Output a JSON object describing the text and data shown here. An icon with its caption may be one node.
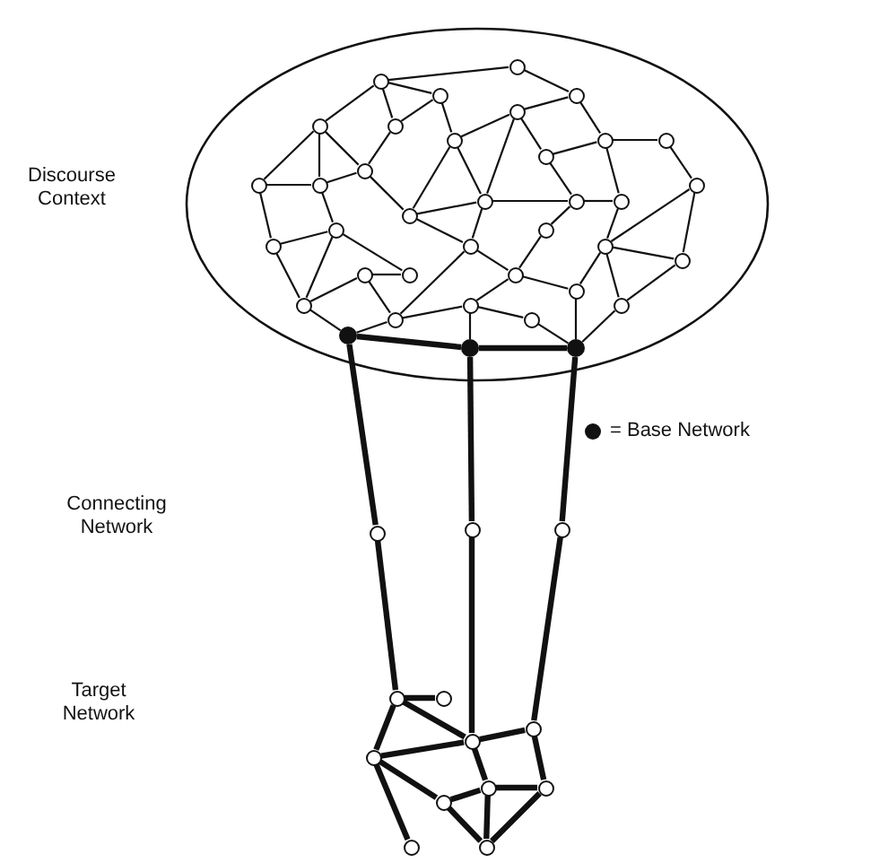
{
  "diagram": {
    "nodes": [
      {
        "text": [
          "Discourse Context"
        ]
      },
      {
        "text": [],
        "shape": "circle",
        "in": 0
      },
      {
        "text": [],
        "shape": "circle",
        "in": 0
      },
      {
        "text": [],
        "shape": "circle",
        "in": 0
      },
      {
        "text": [],
        "shape": "circle",
        "in": 0
      },
      {
        "text": [],
        "shape": "circle",
        "in": 0
      },
      {
        "text": [],
        "shape": "circle",
        "in": 0
      },
      {
        "text": [],
        "shape": "circle",
        "in": 0
      },
      {
        "text": [],
        "shape": "circle",
        "in": 0
      },
      {
        "text": [],
        "shape": "circle",
        "in": 0
      },
      {
        "text": [],
        "shape": "circle",
        "in": 0
      },
      {
        "text": [],
        "shape": "circle",
        "in": 0
      },
      {
        "text": [],
        "shape": "circle",
        "in": 0
      },
      {
        "text": [],
        "shape": "circle",
        "in": 0
      },
      {
        "text": [],
        "shape": "circle",
        "in": 0
      },
      {
        "text": [],
        "shape": "circle",
        "in": 0
      },
      {
        "text": [],
        "shape": "circle",
        "in": 0
      },
      {
        "text": [],
        "shape": "circle",
        "in": 0
      },
      {
        "text": [],
        "shape": "circle",
        "in": 0
      },
      {
        "text": [],
        "shape": "circle",
        "in": 0
      },
      {
        "text": [],
        "shape": "circle",
        "in": 0
      },
      {
        "text": [],
        "shape": "circle",
        "in": 0
      },
      {
        "text": [],
        "shape": "circle",
        "in": 0
      },
      {
        "text": [],
        "shape": "circle",
        "in": 0
      },
      {
        "text": [],
        "shape": "circle",
        "in": 0
      },
      {
        "text": [],
        "shape": "circle",
        "in": 0
      },
      {
        "text": [],
        "shape": "circle",
        "in": 0
      },
      {
        "text": [],
        "shape": "circle",
        "in": 0
      },
      {
        "text": [],
        "shape": "circle",
        "in": 0
      },
      {
        "text": [],
        "shape": "circle",
        "in": 0
      },
      {
        "text": [],
        "shape": "circle",
        "in": 0
      },
      {
        "text": [],
        "shape": "circle",
        "in": 0
      },
      {
        "text": [],
        "shape": "circle",
        "in": 0
      },
      {
        "text": [],
        "shape": "circle",
        "in": 0
      },
      {
        "text": [],
        "shape": "circle",
        "in": 0
      },
      {
        "text": [],
        "shape": "dot",
        "in": 0
      },
      {
        "text": [],
        "shape": "dot",
        "in": 0
      },
      {
        "text": [],
        "shape": "dot",
        "in": 0
      },
      {
        "text": [],
        "shape": "circle"
      },
      {
        "text": [],
        "shape": "circle"
      },
      {
        "text": [],
        "shape": "circle"
      },
      {
        "text": [],
        "shape": "circle"
      },
      {
        "text": [],
        "shape": "circle"
      },
      {
        "text": [],
        "shape": "circle"
      },
      {
        "text": [],
        "shape": "circle"
      },
      {
        "text": [],
        "shape": "circle"
      },
      {
        "text": [],
        "shape": "circle"
      },
      {
        "text": [],
        "shape": "circle"
      },
      {
        "text": [],
        "shape": "circle"
      },
      {
        "text": [],
        "shape": "circle"
      },
      {
        "text": [],
        "shape": "circle"
      }
    ],
    "edges": [
      {
        "from": 1,
        "to": 2,
        "arrow": "none"
      },
      {
        "from": 1,
        "to": 3,
        "arrow": "none"
      },
      {
        "from": 1,
        "to": 6,
        "arrow": "none"
      },
      {
        "from": 1,
        "to": 5,
        "arrow": "none"
      },
      {
        "from": 2,
        "to": 4,
        "arrow": "none"
      },
      {
        "from": 3,
        "to": 6,
        "arrow": "none"
      },
      {
        "from": 3,
        "to": 8,
        "arrow": "none"
      },
      {
        "from": 4,
        "to": 7,
        "arrow": "none"
      },
      {
        "from": 4,
        "to": 9,
        "arrow": "none"
      },
      {
        "from": 7,
        "to": 8,
        "arrow": "none"
      },
      {
        "from": 7,
        "to": 11,
        "arrow": "none"
      },
      {
        "from": 7,
        "to": 16,
        "arrow": "none"
      },
      {
        "from": 8,
        "to": 16,
        "arrow": "none"
      },
      {
        "from": 8,
        "to": 19,
        "arrow": "none"
      },
      {
        "from": 9,
        "to": 10,
        "arrow": "none"
      },
      {
        "from": 9,
        "to": 11,
        "arrow": "none"
      },
      {
        "from": 9,
        "to": 18,
        "arrow": "none"
      },
      {
        "from": 10,
        "to": 15,
        "arrow": "none"
      },
      {
        "from": 11,
        "to": 17,
        "arrow": "none"
      },
      {
        "from": 5,
        "to": 13,
        "arrow": "none"
      },
      {
        "from": 5,
        "to": 14,
        "arrow": "none"
      },
      {
        "from": 5,
        "to": 12,
        "arrow": "none"
      },
      {
        "from": 12,
        "to": 19,
        "arrow": "none"
      },
      {
        "from": 6,
        "to": 12,
        "arrow": "none"
      },
      {
        "from": 12,
        "to": 14,
        "arrow": "none"
      },
      {
        "from": 13,
        "to": 14,
        "arrow": "none"
      },
      {
        "from": 13,
        "to": 22,
        "arrow": "none"
      },
      {
        "from": 14,
        "to": 20,
        "arrow": "none"
      },
      {
        "from": 16,
        "to": 17,
        "arrow": "none"
      },
      {
        "from": 16,
        "to": 19,
        "arrow": "none"
      },
      {
        "from": 16,
        "to": 23,
        "arrow": "none"
      },
      {
        "from": 17,
        "to": 18,
        "arrow": "none"
      },
      {
        "from": 17,
        "to": 21,
        "arrow": "none"
      },
      {
        "from": 15,
        "to": 24,
        "arrow": "none"
      },
      {
        "from": 15,
        "to": 25,
        "arrow": "none"
      },
      {
        "from": 18,
        "to": 24,
        "arrow": "none"
      },
      {
        "from": 19,
        "to": 23,
        "arrow": "none"
      },
      {
        "from": 20,
        "to": 27,
        "arrow": "none"
      },
      {
        "from": 20,
        "to": 22,
        "arrow": "none"
      },
      {
        "from": 20,
        "to": 30,
        "arrow": "none"
      },
      {
        "from": 22,
        "to": 30,
        "arrow": "none"
      },
      {
        "from": 23,
        "to": 28,
        "arrow": "none"
      },
      {
        "from": 21,
        "to": 28,
        "arrow": "none"
      },
      {
        "from": 23,
        "to": 33,
        "arrow": "none"
      },
      {
        "from": 24,
        "to": 25,
        "arrow": "none"
      },
      {
        "from": 24,
        "to": 29,
        "arrow": "none"
      },
      {
        "from": 24,
        "to": 32,
        "arrow": "none"
      },
      {
        "from": 25,
        "to": 32,
        "arrow": "none"
      },
      {
        "from": 26,
        "to": 27,
        "arrow": "none"
      },
      {
        "from": 26,
        "to": 30,
        "arrow": "none"
      },
      {
        "from": 26,
        "to": 33,
        "arrow": "none"
      },
      {
        "from": 28,
        "to": 29,
        "arrow": "none"
      },
      {
        "from": 28,
        "to": 31,
        "arrow": "none"
      },
      {
        "from": 30,
        "to": 35,
        "arrow": "none"
      },
      {
        "from": 31,
        "to": 33,
        "arrow": "none"
      },
      {
        "from": 31,
        "to": 34,
        "arrow": "none"
      },
      {
        "from": 34,
        "to": 37,
        "arrow": "none"
      },
      {
        "from": 31,
        "to": 36,
        "arrow": "none"
      },
      {
        "from": 29,
        "to": 37,
        "arrow": "none"
      },
      {
        "from": 32,
        "to": 37,
        "arrow": "none"
      },
      {
        "from": 35,
        "to": 33,
        "arrow": "none"
      },
      {
        "from": 35,
        "to": 36,
        "arrow": "none",
        "style": "thick"
      },
      {
        "from": 36,
        "to": 37,
        "arrow": "none",
        "style": "thick"
      },
      {
        "from": 35,
        "to": 38,
        "arrow": "none",
        "style": "thick"
      },
      {
        "from": 36,
        "to": 39,
        "arrow": "none",
        "style": "thick"
      },
      {
        "from": 37,
        "to": 40,
        "arrow": "none",
        "style": "thick"
      },
      {
        "from": 38,
        "to": 41,
        "arrow": "none",
        "style": "thick"
      },
      {
        "from": 39,
        "to": 44,
        "arrow": "none",
        "style": "thick"
      },
      {
        "from": 40,
        "to": 43,
        "arrow": "none",
        "style": "thick"
      },
      {
        "from": 41,
        "to": 42,
        "arrow": "none",
        "style": "thick"
      },
      {
        "from": 41,
        "to": 44,
        "arrow": "none",
        "style": "thick"
      },
      {
        "from": 41,
        "to": 45,
        "arrow": "none",
        "style": "thick"
      },
      {
        "from": 44,
        "to": 43,
        "arrow": "none",
        "style": "thick"
      },
      {
        "from": 44,
        "to": 45,
        "arrow": "none",
        "style": "thick"
      },
      {
        "from": 44,
        "to": 46,
        "arrow": "none",
        "style": "thick"
      },
      {
        "from": 43,
        "to": 47,
        "arrow": "none",
        "style": "thick"
      },
      {
        "from": 45,
        "to": 48,
        "arrow": "none",
        "style": "thick"
      },
      {
        "from": 45,
        "to": 49,
        "arrow": "none",
        "style": "thick"
      },
      {
        "from": 48,
        "to": 46,
        "arrow": "none",
        "style": "thick"
      },
      {
        "from": 48,
        "to": 50,
        "arrow": "none",
        "style": "thick"
      },
      {
        "from": 46,
        "to": 47,
        "arrow": "none",
        "style": "thick"
      },
      {
        "from": 46,
        "to": 50,
        "arrow": "none",
        "style": "thick"
      },
      {
        "from": 47,
        "to": 50,
        "arrow": "none",
        "style": "thick"
      }
    ],
    "labels": [
      "Connecting Network",
      "Target Network"
    ],
    "legend": [
      {
        "text": "= Base Network"
      }
    ]
  }
}
